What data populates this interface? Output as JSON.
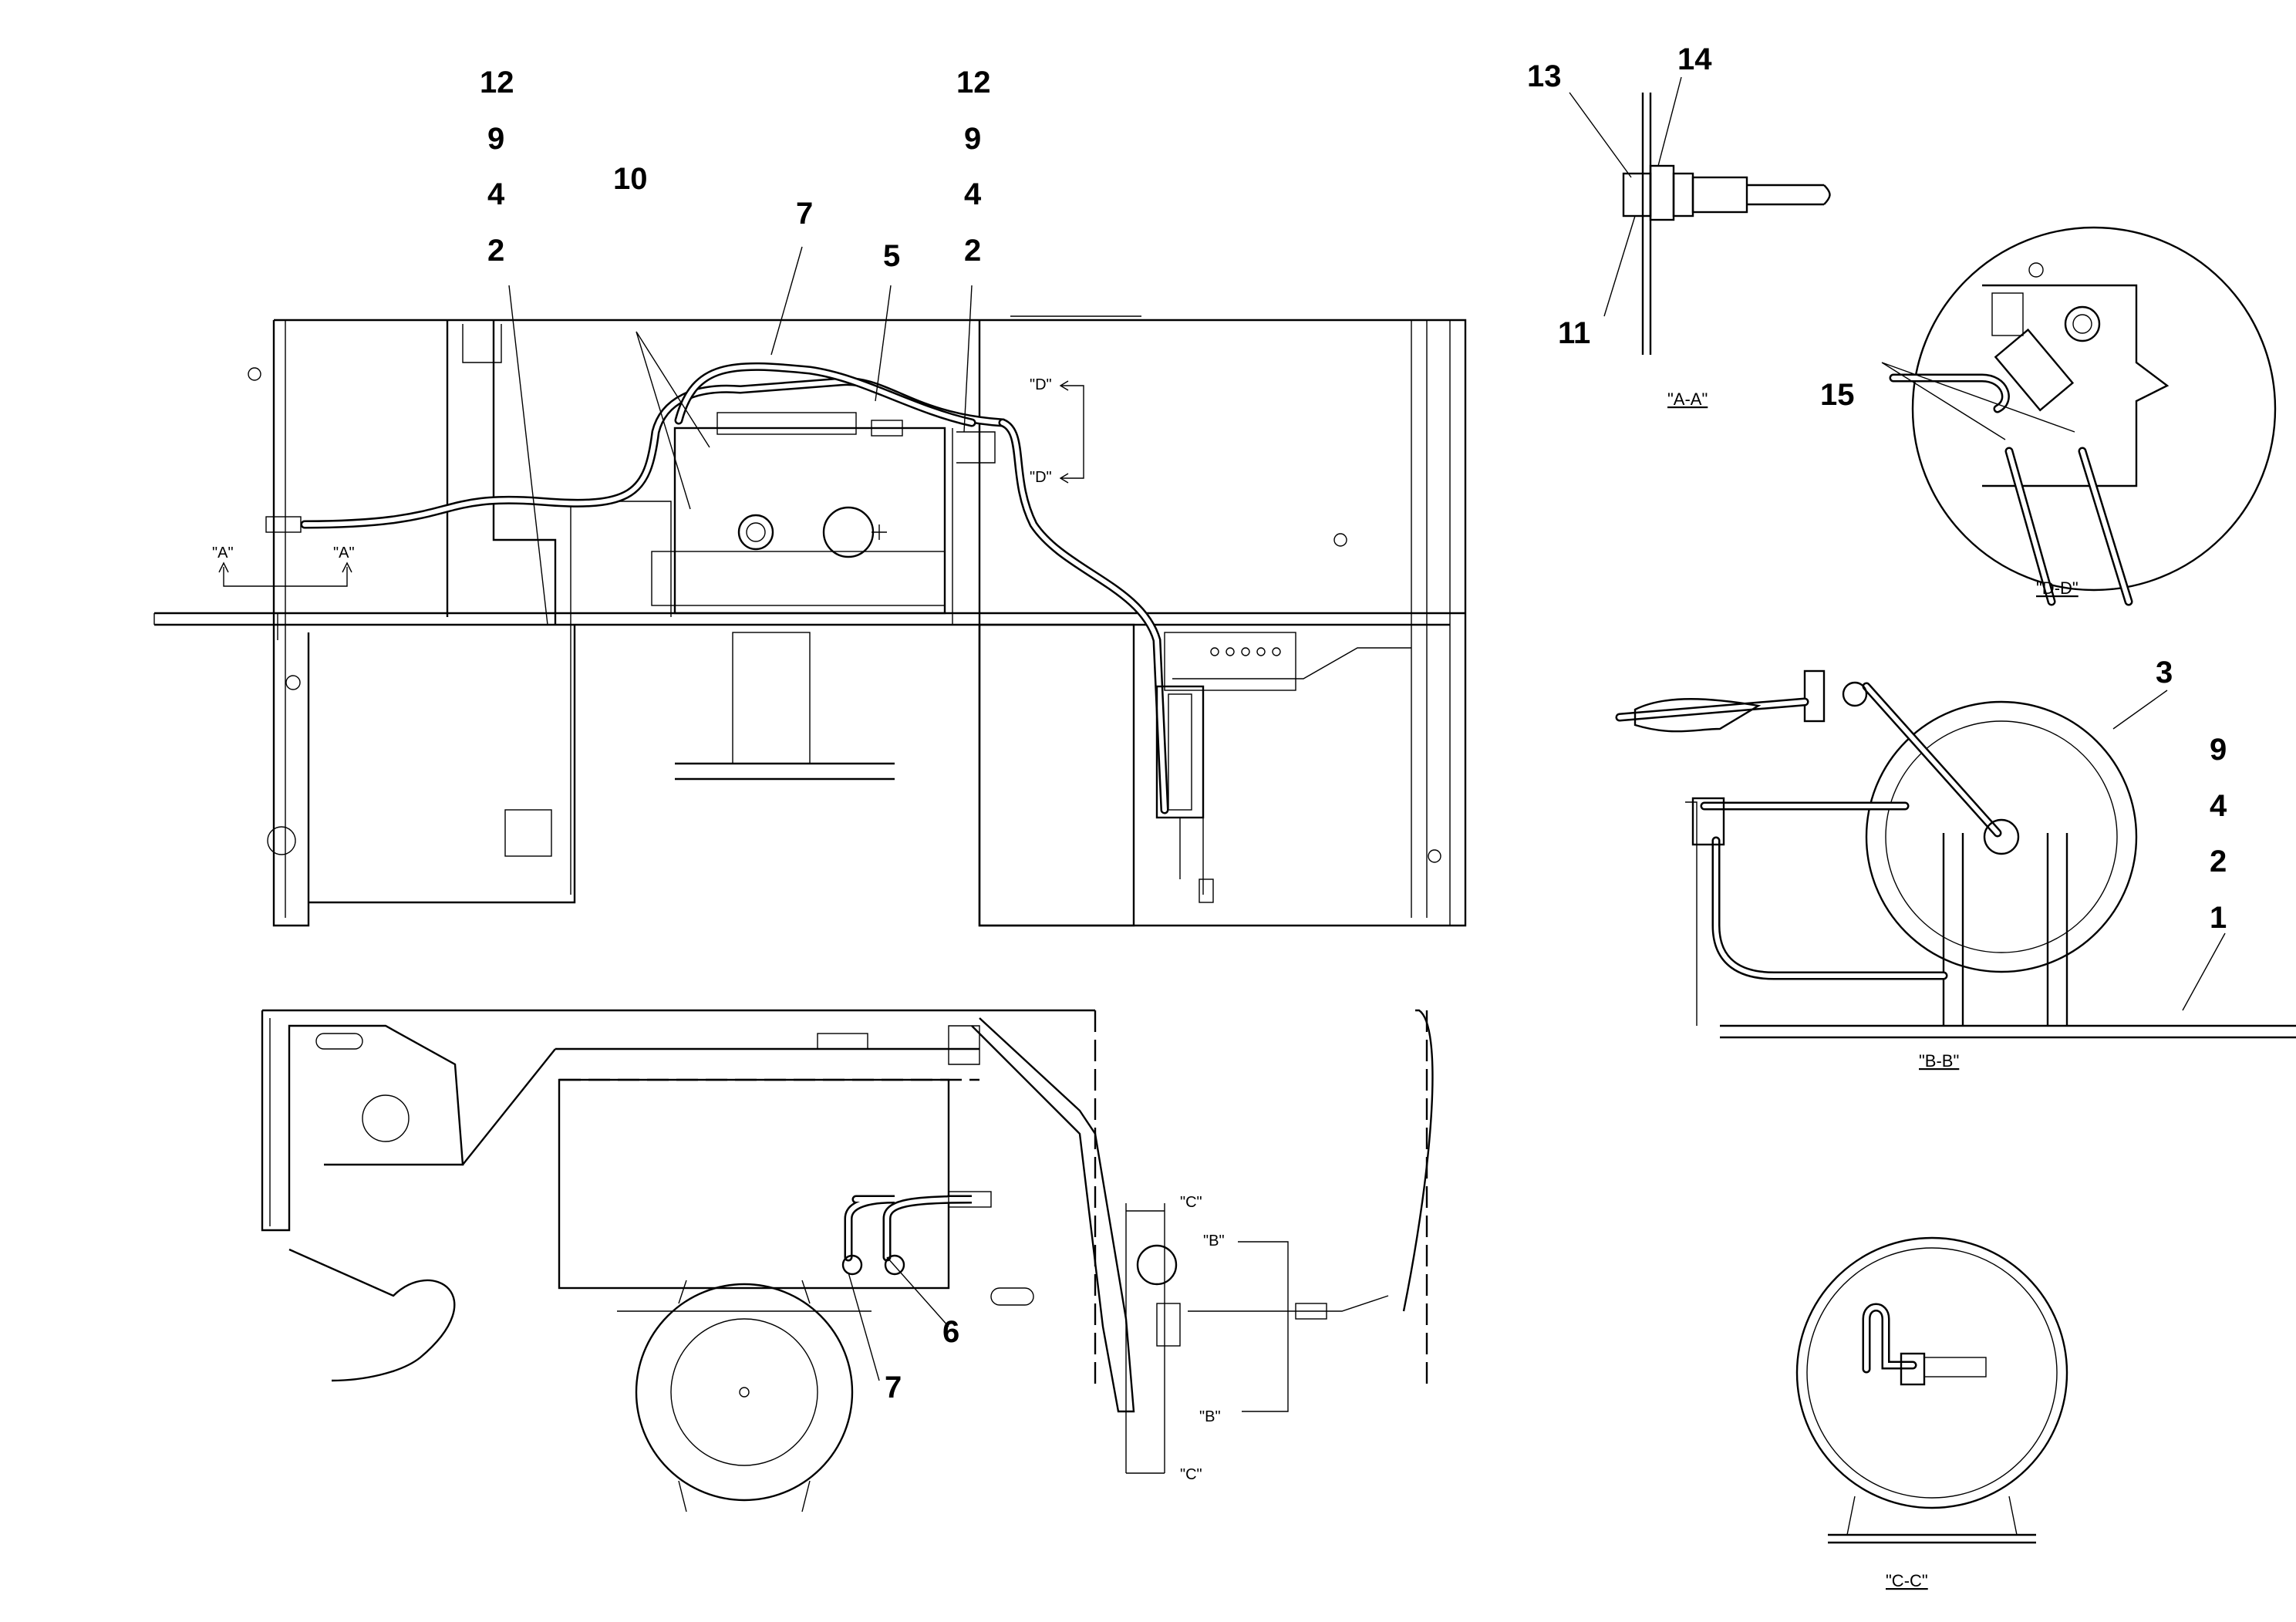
{
  "callouts": {
    "top_left_stack": [
      "12",
      "9",
      "4",
      "2"
    ],
    "top_mid_stack": [
      "12",
      "9",
      "4",
      "2"
    ],
    "ten": "10",
    "seven_top": "7",
    "five": "5",
    "thirteen": "13",
    "fourteen": "14",
    "eleven": "11",
    "fifteen": "15",
    "three": "3",
    "right_stack": [
      "9",
      "4",
      "2",
      "1"
    ],
    "six": "6",
    "seven_bottom": "7"
  },
  "section_marks": {
    "a_left": "\"A\"",
    "a_right": "\"A\"",
    "d_top": "\"D\"",
    "d_bottom": "\"D\"",
    "c_top": "\"C\"",
    "c_bottom": "\"C\"",
    "b_top": "\"B\"",
    "b_bottom": "\"B\""
  },
  "view_labels": {
    "a_a": "\"A-A\"",
    "d_d": "\"D-D\"",
    "b_b": "\"B-B\"",
    "c_c": "\"C-C\""
  },
  "colors": {
    "line": "#000000",
    "background": "#ffffff"
  }
}
